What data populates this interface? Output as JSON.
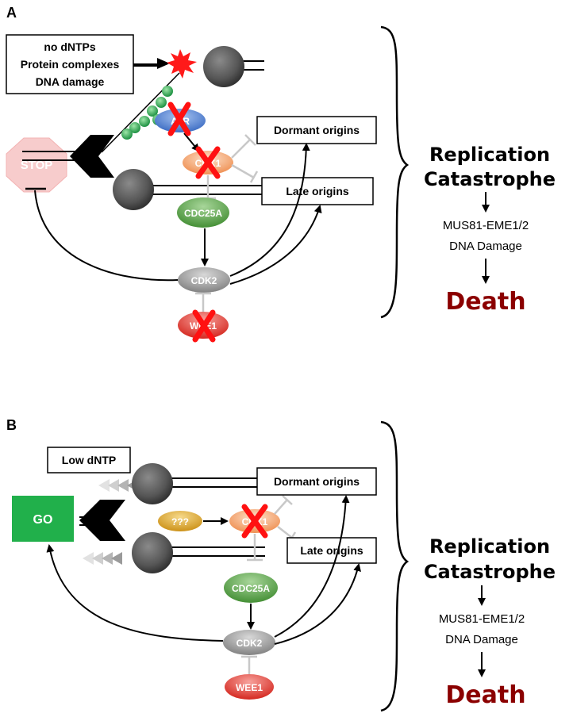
{
  "colors": {
    "atr_blue": "#4a7fd0",
    "chk1_orange": "#f2a06a",
    "cdc25a_green": "#4e9a3c",
    "cdk2_gray": "#9a9a9a",
    "wee1_red": "#e0352b",
    "unknown_gold": "#d9a21f",
    "go_green": "#21b04b",
    "death_red": "#8b0000",
    "rpa_green": "#22a24a",
    "stop_pink": "#f7c9c9",
    "x_red": "#ff1111"
  },
  "panel_a": {
    "letter": "A",
    "stress_box": [
      "no dNTPs",
      "Protein complexes",
      "DNA damage"
    ],
    "stop_sign": "STOP",
    "atr": "ATR",
    "chk1": "CHK1",
    "cdc25a": "CDC25A",
    "cdk2": "CDK2",
    "wee1": "WEE1",
    "dormant_origins": "Dormant origins",
    "late_origins": "Late origins",
    "outcome_title_1": "Replication",
    "outcome_title_2": "Catastrophe",
    "outcome_line_1": "MUS81-EME1/2",
    "outcome_line_2": "DNA Damage",
    "outcome_final": "Death"
  },
  "panel_b": {
    "letter": "B",
    "low_dntp": "Low dNTP",
    "go_box": "GO",
    "unknown": "???",
    "chk1": "CHK1",
    "cdc25a": "CDC25A",
    "cdk2": "CDK2",
    "wee1": "WEE1",
    "dormant_origins": "Dormant origins",
    "late_origins": "Late origins",
    "outcome_title_1": "Replication",
    "outcome_title_2": "Catastrophe",
    "outcome_line_1": "MUS81-EME1/2",
    "outcome_line_2": "DNA Damage",
    "outcome_final": "Death"
  }
}
